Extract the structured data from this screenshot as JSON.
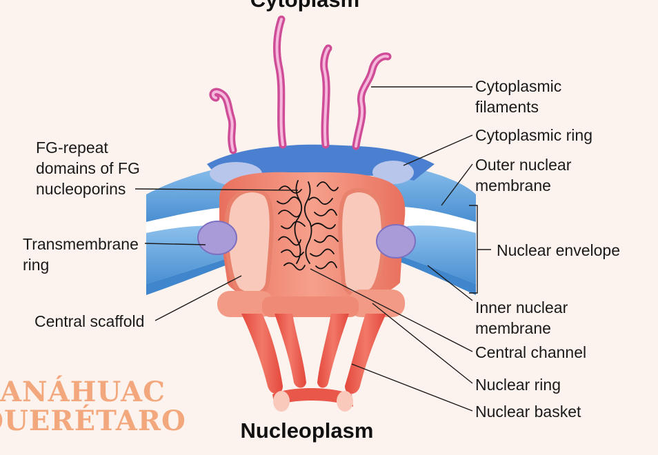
{
  "headings": {
    "top": "Cytoplasm",
    "bottom": "Nucleoplasm"
  },
  "labels": {
    "cytoplasmic_filaments_1": "Cytoplasmic",
    "cytoplasmic_filaments_2": "filaments",
    "cytoplasmic_ring": "Cytoplasmic ring",
    "outer_nuclear_membrane_1": "Outer nuclear",
    "outer_nuclear_membrane_2": "membrane",
    "nuclear_envelope": "Nuclear envelope",
    "inner_nuclear_membrane_1": "Inner nuclear",
    "inner_nuclear_membrane_2": "membrane",
    "central_channel": "Central channel",
    "nuclear_ring": "Nuclear ring",
    "nuclear_basket": "Nuclear basket",
    "fg_repeat_1": "FG-repeat",
    "fg_repeat_2": "domains of FG",
    "fg_repeat_3": "nucleoporins",
    "transmembrane_ring_1": "Transmembrane",
    "transmembrane_ring_2": "ring",
    "central_scaffold": "Central scaffold"
  },
  "watermark": {
    "line1": "ANÁHUAC",
    "line2": "QUERÉTARO"
  },
  "colors": {
    "membrane_blue": "#5b9bd5",
    "membrane_dark": "#3f86cc",
    "filament_pink": "#e47fb7",
    "scaffold_salmon": "#f0907c",
    "basket_red": "#e8574a",
    "transmembrane_purple": "#a99ad8",
    "watermark_orange": "#f2a77c"
  }
}
